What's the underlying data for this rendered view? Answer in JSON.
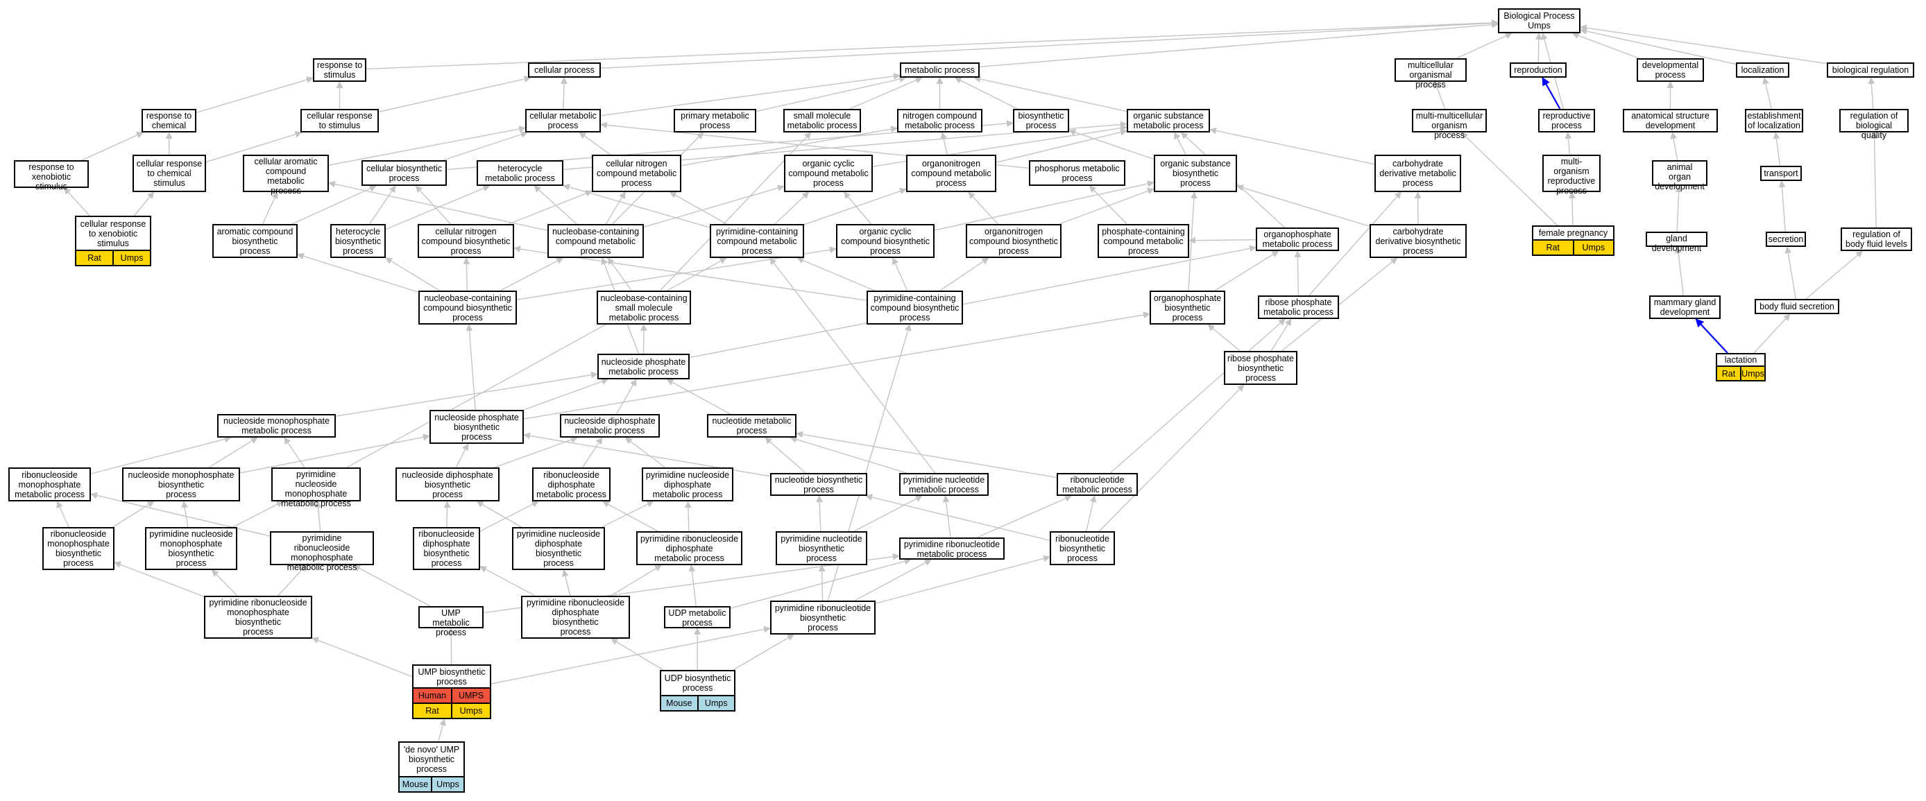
{
  "colors": {
    "edge": "#c4c4c4",
    "highlight_edge": "#0000ff",
    "rat": "#ffd500",
    "human": "#f0543c",
    "mouse": "#add8e6"
  },
  "nodes": [
    {
      "id": "bp",
      "label": "Biological Process\nUmps"
    },
    {
      "id": "rts",
      "label": "response to\nstimulus"
    },
    {
      "id": "cp",
      "label": "cellular process"
    },
    {
      "id": "mp",
      "label": "metabolic process"
    },
    {
      "id": "mop",
      "label": "multicellular\norganismal process"
    },
    {
      "id": "rep",
      "label": "reproduction"
    },
    {
      "id": "dev",
      "label": "developmental\nprocess"
    },
    {
      "id": "loc",
      "label": "localization"
    },
    {
      "id": "breg",
      "label": "biological regulation"
    },
    {
      "id": "rtc",
      "label": "response to\nchemical"
    },
    {
      "id": "crs",
      "label": "cellular response\nto stimulus"
    },
    {
      "id": "cmp",
      "label": "cellular metabolic\nprocess"
    },
    {
      "id": "pmp",
      "label": "primary metabolic\nprocess"
    },
    {
      "id": "smmp",
      "label": "small molecule\nmetabolic process"
    },
    {
      "id": "ncmp",
      "label": "nitrogen compound\nmetabolic process"
    },
    {
      "id": "bsp",
      "label": "biosynthetic\nprocess"
    },
    {
      "id": "osmp",
      "label": "organic substance\nmetabolic process"
    },
    {
      "id": "mmop",
      "label": "multi-multicellular\norganism process"
    },
    {
      "id": "rpp",
      "label": "reproductive\nprocess"
    },
    {
      "id": "asd",
      "label": "anatomical structure\ndevelopment"
    },
    {
      "id": "eol",
      "label": "establishment\nof localization"
    },
    {
      "id": "rbq",
      "label": "regulation of\nbiological quality"
    },
    {
      "id": "rtxs",
      "label": "response to\nxenobiotic stimulus"
    },
    {
      "id": "crtc",
      "label": "cellular response\nto chemical\nstimulus"
    },
    {
      "id": "cacmp",
      "label": "cellular aromatic\ncompound metabolic\nprocess"
    },
    {
      "id": "cbsp",
      "label": "cellular biosynthetic\nprocess"
    },
    {
      "id": "hmp",
      "label": "heterocycle\nmetabolic process"
    },
    {
      "id": "cncmp",
      "label": "cellular nitrogen\ncompound metabolic\nprocess"
    },
    {
      "id": "occmp",
      "label": "organic cyclic\ncompound metabolic\nprocess"
    },
    {
      "id": "oncmp",
      "label": "organonitrogen\ncompound metabolic\nprocess"
    },
    {
      "id": "phmp",
      "label": "phosphorus metabolic\nprocess"
    },
    {
      "id": "osbp",
      "label": "organic substance\nbiosynthetic\nprocess"
    },
    {
      "id": "cdmp",
      "label": "carbohydrate\nderivative metabolic\nprocess"
    },
    {
      "id": "morp",
      "label": "multi-organism\nreproductive\nprocess"
    },
    {
      "id": "aod",
      "label": "animal organ\ndevelopment"
    },
    {
      "id": "trn",
      "label": "transport"
    },
    {
      "id": "crxs",
      "label": "cellular response\nto xenobiotic\nstimulus",
      "ann": [
        {
          "text": "Rat",
          "color": "rat"
        },
        {
          "text": "Umps",
          "color": "rat"
        }
      ]
    },
    {
      "id": "acbp",
      "label": "aromatic compound\nbiosynthetic\nprocess"
    },
    {
      "id": "hbp",
      "label": "heterocycle\nbiosynthetic\nprocess"
    },
    {
      "id": "cncbp",
      "label": "cellular nitrogen\ncompound biosynthetic\nprocess"
    },
    {
      "id": "nbccmp",
      "label": "nucleobase-containing\ncompound metabolic\nprocess"
    },
    {
      "id": "pycmp",
      "label": "pyrimidine-containing\ncompound metabolic\nprocess"
    },
    {
      "id": "occbp",
      "label": "organic cyclic\ncompound biosynthetic\nprocess"
    },
    {
      "id": "oncbp",
      "label": "organonitrogen\ncompound biosynthetic\nprocess"
    },
    {
      "id": "phcmp",
      "label": "phosphate-containing\ncompound metabolic\nprocess"
    },
    {
      "id": "ophmp",
      "label": "organophosphate\nmetabolic process"
    },
    {
      "id": "cdbp",
      "label": "carbohydrate\nderivative biosynthetic\nprocess"
    },
    {
      "id": "fp",
      "label": "female pregnancy",
      "ann": [
        {
          "text": "Rat",
          "color": "rat"
        },
        {
          "text": "Umps",
          "color": "rat"
        }
      ]
    },
    {
      "id": "gd",
      "label": "gland development"
    },
    {
      "id": "sec",
      "label": "secretion"
    },
    {
      "id": "rbfl",
      "label": "regulation of\nbody fluid levels"
    },
    {
      "id": "nbccbp",
      "label": "nucleobase-containing\ncompound biosynthetic\nprocess"
    },
    {
      "id": "nbcsmmp",
      "label": "nucleobase-containing\nsmall molecule\nmetabolic process"
    },
    {
      "id": "pycbp",
      "label": "pyrimidine-containing\ncompound biosynthetic\nprocess"
    },
    {
      "id": "ophbp",
      "label": "organophosphate\nbiosynthetic\nprocess"
    },
    {
      "id": "rphmp",
      "label": "ribose phosphate\nmetabolic process"
    },
    {
      "id": "mgd",
      "label": "mammary gland\ndevelopment"
    },
    {
      "id": "bfs",
      "label": "body fluid secretion"
    },
    {
      "id": "lac",
      "label": "lactation",
      "ann": [
        {
          "text": "Rat",
          "color": "rat"
        },
        {
          "text": "Umps",
          "color": "rat"
        }
      ]
    },
    {
      "id": "nphmp",
      "label": "nucleoside phosphate\nmetabolic process"
    },
    {
      "id": "rphbp",
      "label": "ribose phosphate\nbiosynthetic\nprocess"
    },
    {
      "id": "nmpmp",
      "label": "nucleoside monophosphate\nmetabolic process"
    },
    {
      "id": "nphbp",
      "label": "nucleoside phosphate\nbiosynthetic\nprocess"
    },
    {
      "id": "ndpmp",
      "label": "nucleoside diphosphate\nmetabolic process"
    },
    {
      "id": "ntmp",
      "label": "nucleotide metabolic\nprocess"
    },
    {
      "id": "rnmpmp",
      "label": "ribonucleoside\nmonophosphate\nmetabolic process"
    },
    {
      "id": "nmpbp",
      "label": "nucleoside monophosphate\nbiosynthetic\nprocess"
    },
    {
      "id": "pynmpmp",
      "label": "pyrimidine nucleoside\nmonophosphate\nmetabolic process"
    },
    {
      "id": "ndpbp",
      "label": "nucleoside diphosphate\nbiosynthetic\nprocess"
    },
    {
      "id": "rndpmp",
      "label": "ribonucleoside\ndiphosphate\nmetabolic process"
    },
    {
      "id": "pyndpmp",
      "label": "pyrimidine nucleoside\ndiphosphate\nmetabolic process"
    },
    {
      "id": "ntbp",
      "label": "nucleotide biosynthetic\nprocess"
    },
    {
      "id": "pyntmp",
      "label": "pyrimidine nucleotide\nmetabolic process"
    },
    {
      "id": "rntmp",
      "label": "ribonucleotide\nmetabolic process"
    },
    {
      "id": "rnmpbp",
      "label": "ribonucleoside\nmonophosphate\nbiosynthetic\nprocess"
    },
    {
      "id": "pynmpbp",
      "label": "pyrimidine nucleoside\nmonophosphate\nbiosynthetic\nprocess"
    },
    {
      "id": "pyrnmpmp",
      "label": "pyrimidine ribonucleoside\nmonophosphate\nmetabolic process"
    },
    {
      "id": "rndpbp",
      "label": "ribonucleoside\ndiphosphate\nbiosynthetic\nprocess"
    },
    {
      "id": "pyndpbp",
      "label": "pyrimidine nucleoside\ndiphosphate\nbiosynthetic\nprocess"
    },
    {
      "id": "pyrndpmp",
      "label": "pyrimidine ribonucleoside\ndiphosphate\nmetabolic process"
    },
    {
      "id": "pyntbp",
      "label": "pyrimidine nucleotide\nbiosynthetic\nprocess"
    },
    {
      "id": "pyrntmp",
      "label": "pyrimidine ribonucleotide\nmetabolic process"
    },
    {
      "id": "rntbp",
      "label": "ribonucleotide\nbiosynthetic\nprocess"
    },
    {
      "id": "pyrnmpbp",
      "label": "pyrimidine ribonucleoside\nmonophosphate\nbiosynthetic\nprocess"
    },
    {
      "id": "umpmp",
      "label": "UMP metabolic\nprocess"
    },
    {
      "id": "pyrndpbp",
      "label": "pyrimidine ribonucleoside\ndiphosphate\nbiosynthetic\nprocess"
    },
    {
      "id": "udpmp",
      "label": "UDP metabolic\nprocess"
    },
    {
      "id": "pyrntbp",
      "label": "pyrimidine ribonucleotide\nbiosynthetic\nprocess"
    },
    {
      "id": "umpbp",
      "label": "UMP biosynthetic\nprocess",
      "ann": [
        {
          "text": "Human",
          "color": "human"
        },
        {
          "text": "UMPS",
          "color": "human"
        }
      ],
      "ann2": [
        {
          "text": "Rat",
          "color": "rat"
        },
        {
          "text": "Umps",
          "color": "rat"
        }
      ]
    },
    {
      "id": "udpbp",
      "label": "UDP biosynthetic\nprocess",
      "ann": [
        {
          "text": "Mouse",
          "color": "mouse"
        },
        {
          "text": "Umps",
          "color": "mouse"
        }
      ]
    },
    {
      "id": "dnump",
      "label": "'de novo' UMP\nbiosynthetic\nprocess",
      "ann": [
        {
          "text": "Mouse",
          "color": "mouse"
        },
        {
          "text": "Umps",
          "color": "mouse"
        }
      ]
    }
  ]
}
